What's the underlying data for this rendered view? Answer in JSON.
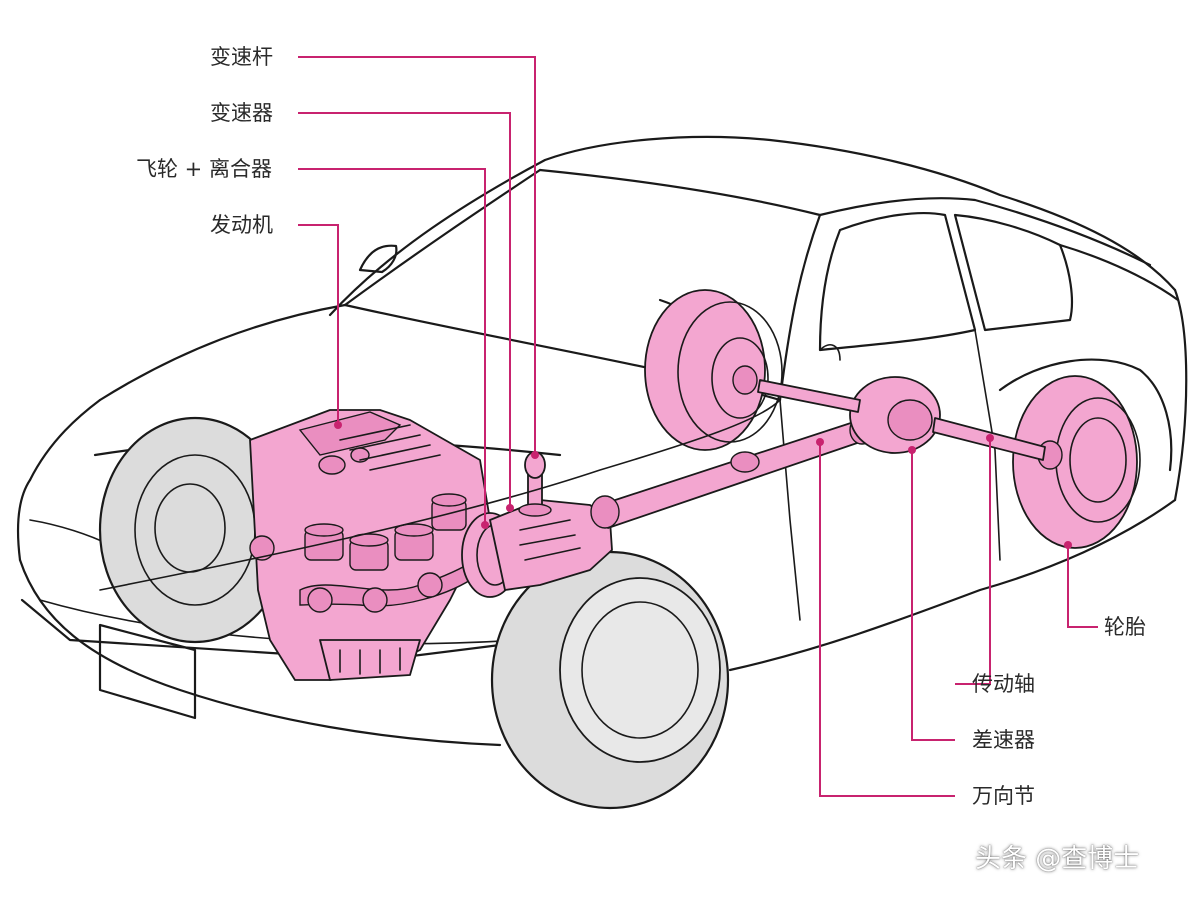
{
  "colors": {
    "accent": "#c8236f",
    "part_fill": "#f3a6d0",
    "outline": "#1a1a1a",
    "tire_gray": "#dcdcdc"
  },
  "labels": {
    "gear_lever": "变速杆",
    "gearbox": "变速器",
    "flywheel_clutch": "飞轮 + 离合器",
    "engine": "发动机",
    "tire": "轮胎",
    "drive_shaft": "传动轴",
    "differential": "差速器",
    "universal_joint": "万向节"
  },
  "watermark": "头条 @查博士"
}
